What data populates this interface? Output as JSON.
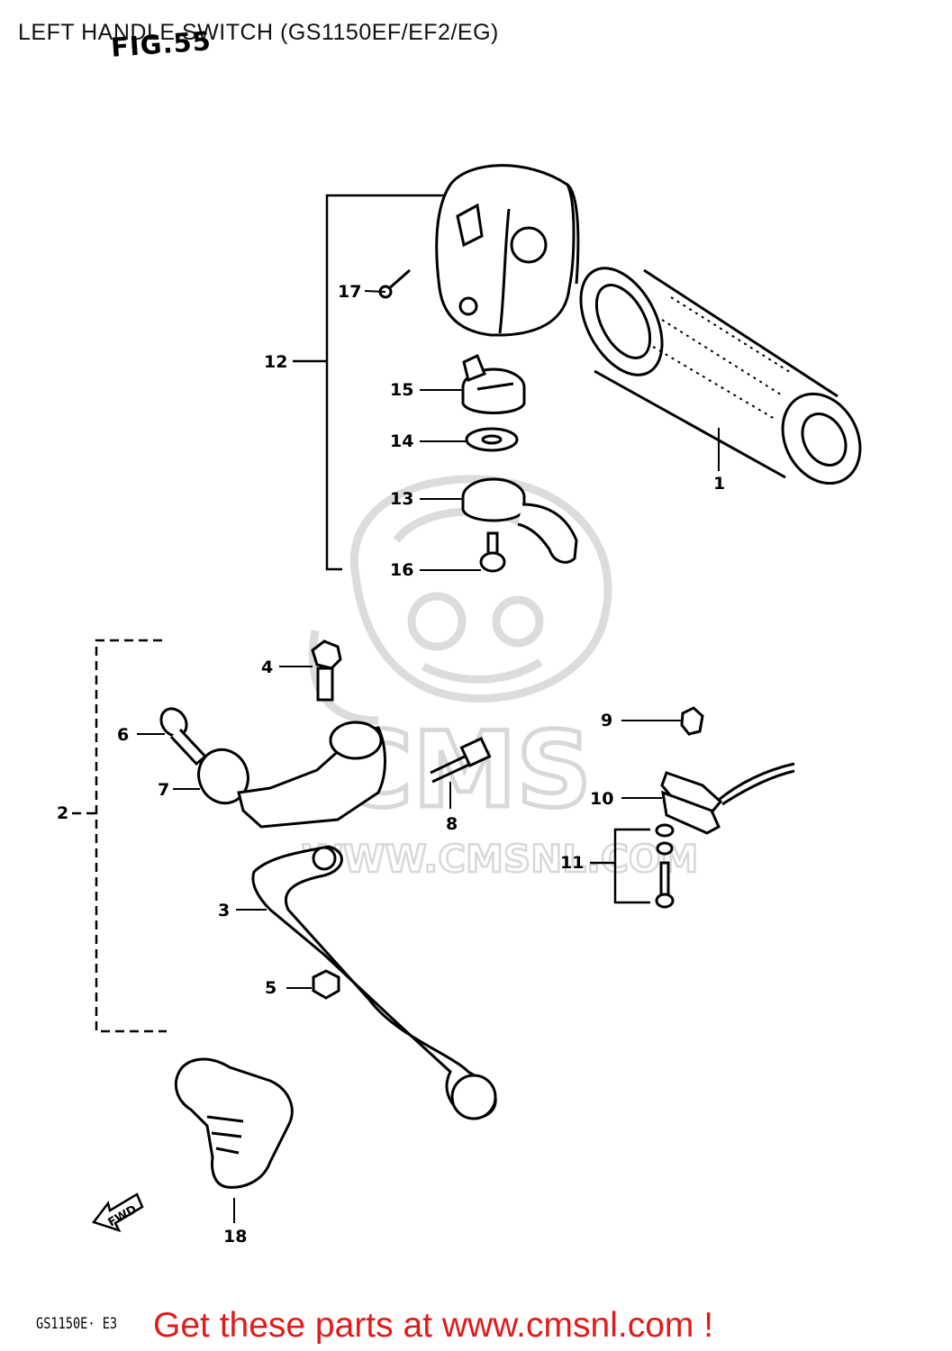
{
  "title": "LEFT HANDLE SWITCH (GS1150EF/EF2/EG)",
  "figure_label": "FIG.55",
  "watermark": {
    "brand": "CMS",
    "url": "WWW.CMSNL.COM"
  },
  "model_code": "GS1150E· E3",
  "promo": "Get these parts at www.cmsnl.com !",
  "fwd_label": "FWD",
  "colors": {
    "promo": "#e11b1b",
    "ink": "#000000",
    "watermark": "#d8d8d8"
  },
  "callouts": {
    "c1": "1",
    "c2": "2",
    "c3": "3",
    "c4": "4",
    "c5": "5",
    "c6": "6",
    "c7": "7",
    "c8": "8",
    "c9": "9",
    "c10": "10",
    "c11": "11",
    "c12": "12",
    "c13": "13",
    "c14": "14",
    "c15": "15",
    "c16": "16",
    "c17": "17",
    "c18": "18"
  }
}
